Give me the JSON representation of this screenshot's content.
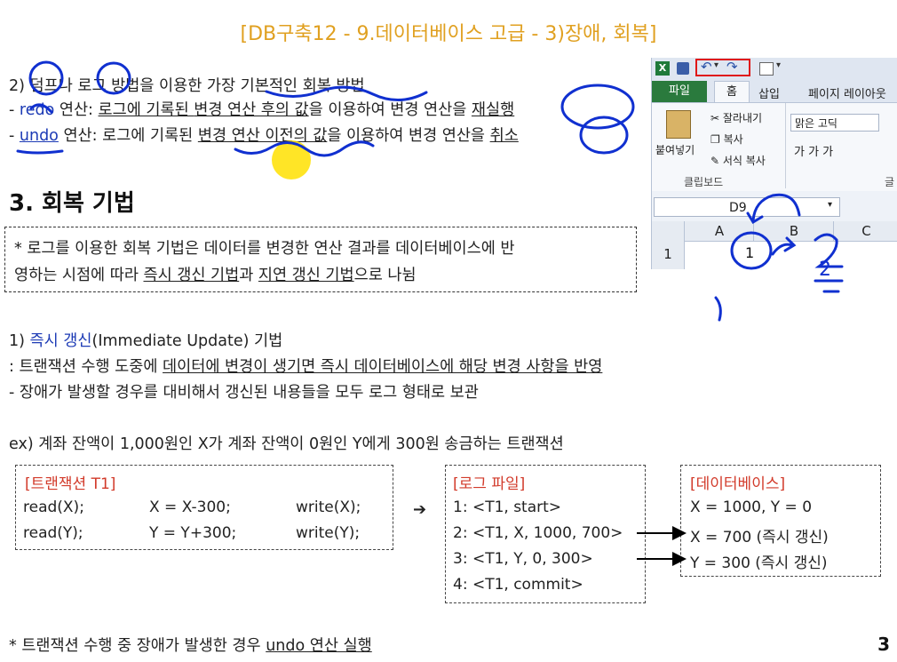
{
  "title": "[DB구축12 - 9.데이터베이스 고급 - 3)장애, 회복]",
  "intro": {
    "line1": "2) 덤프나 로그 방법을 이용한 가장 기본적인 회복 방법",
    "redo_label": "redo",
    "redo_text_a": " 연산: ",
    "redo_text_b": "로그에 기록된 ",
    "redo_text_c": "변경 연산 후의 값",
    "redo_text_d": "을 이용하여 변경 연산을 ",
    "redo_text_e": "재실행",
    "undo_label": "undo",
    "undo_text_a": " 연산: 로그에 기록된 ",
    "undo_text_c": "변경 연산 이전의 값",
    "undo_text_d": "을 이용하여 변경 연산을 ",
    "undo_text_e": "취소",
    "dash": "- "
  },
  "section_heading": "3. 회복 기법",
  "note_box": {
    "line1": "* 로그를 이용한 회복 기법은 데이터를 변경한 연산 결과를 데이터베이스에 반",
    "line2_a": "영하는 시점에 따라 ",
    "line2_b": "즉시 갱신 기법",
    "line2_c": "과 ",
    "line2_d": "지연 갱신 기법",
    "line2_e": "으로 나뉨"
  },
  "immediate": {
    "head_a": "1) ",
    "head_b": "즉시 갱신",
    "head_c": "(Immediate Update) 기법",
    "line1_a": ": 트랜잭션 수행 도중에 ",
    "line1_b": "데이터에 변경이 생기면 즉시 데이터베이스에 해당 변경 사항을 반영",
    "line2": "- 장애가 발생할 경우를 대비해서 갱신된 내용들을 모두 로그 형태로 보관"
  },
  "example": "ex) 계좌 잔액이 1,000원인 X가 계좌 잔액이 0원인 Y에게 300원 송금하는 트랜잭션",
  "transaction_box": {
    "title": "[트랜잭션 T1]",
    "rows": [
      [
        "read(X);",
        "X = X-300;",
        "write(X);"
      ],
      [
        "read(Y);",
        "Y = Y+300;",
        "write(Y);"
      ]
    ]
  },
  "arrow_symbol": "➔",
  "log_box": {
    "title": "[로그 파일]",
    "entries": [
      "1: <T1, start>",
      "2: <T1, X, 1000, 700>",
      "3: <T1, Y, 0, 300>",
      "4: <T1, commit>"
    ]
  },
  "db_box": {
    "title": "[데이터베이스]",
    "entries": [
      "X = 1000, Y = 0",
      "X = 700 (즉시 갱신)",
      "Y = 300 (즉시 갱신)"
    ]
  },
  "footer_note_a": "* 트랜잭션 수행 중 장애가 발생한 경우 ",
  "footer_note_b": "undo 연산 실행",
  "page_number": "3",
  "excel": {
    "tabs": [
      "파일",
      "홈",
      "삽입",
      "페이지 레이아웃"
    ],
    "paste_label": "붙여넣기",
    "cut_label": "잘라내기",
    "copy_label": "복사",
    "format_label": "서식 복사",
    "clipboard_label": "클립보드",
    "font_name": "맑은 고딕",
    "font_group_cut": "글",
    "name_box": "D9",
    "columns": [
      "A",
      "B",
      "C"
    ],
    "row_number": "1",
    "annot_1": "1",
    "annot_2": "2"
  },
  "colors": {
    "title": "#e0a020",
    "accent_blue": "#1d3bb5",
    "box_title_red": "#d23a2a",
    "annotation": "#1030d0",
    "highlight": "#ffe000"
  }
}
